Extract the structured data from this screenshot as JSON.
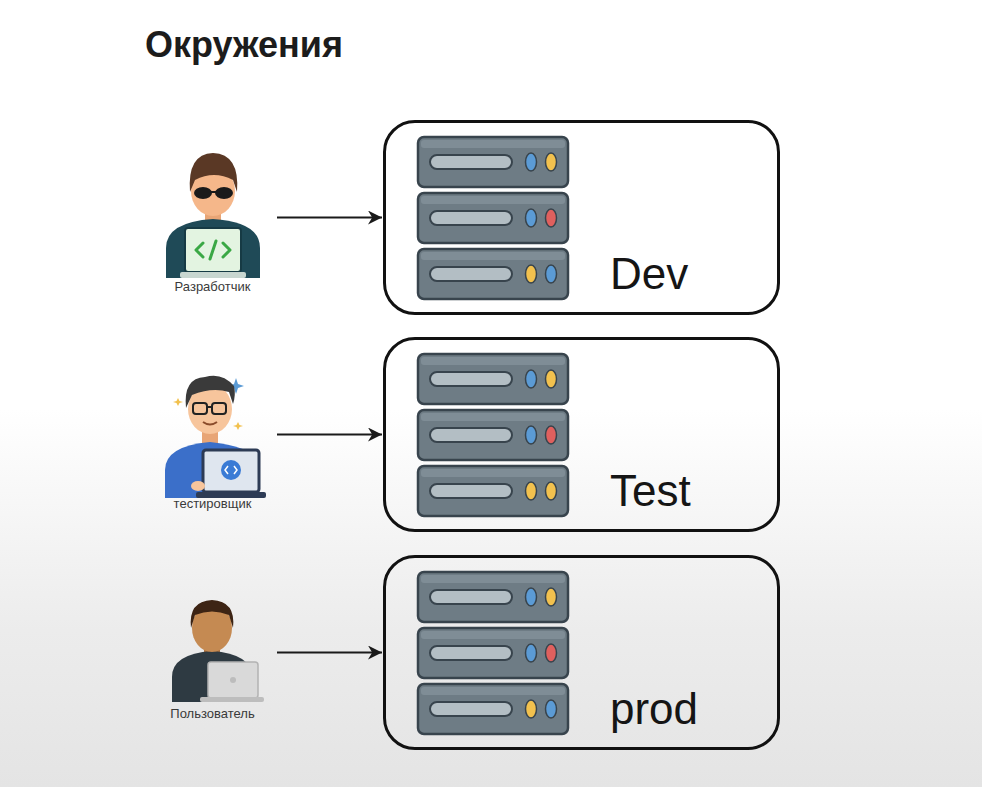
{
  "diagram": {
    "title": "Окружения",
    "nodes": [
      {
        "text": [
          "Разработчик"
        ]
      },
      {
        "text": [
          "Dev"
        ]
      },
      {
        "text": [
          "тестировщик"
        ]
      },
      {
        "text": [
          "Test"
        ]
      },
      {
        "text": [
          "Пользователь"
        ]
      },
      {
        "text": [
          "prod"
        ]
      }
    ],
    "edges": [
      {
        "from": 0,
        "to": 1,
        "arrow": "to"
      },
      {
        "from": 2,
        "to": 3,
        "arrow": "to"
      },
      {
        "from": 4,
        "to": 5,
        "arrow": "to"
      }
    ]
  }
}
